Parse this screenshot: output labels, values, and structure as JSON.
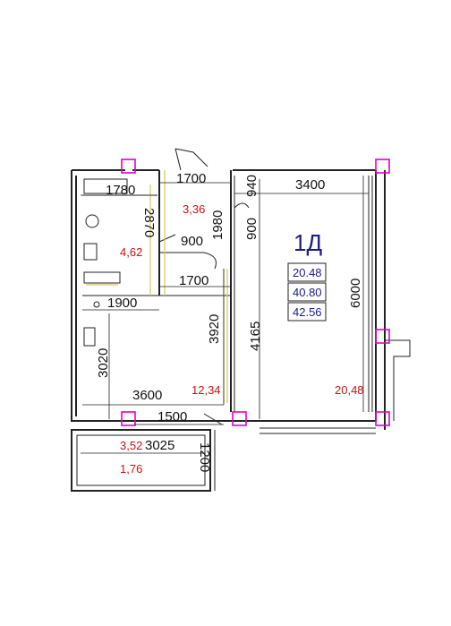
{
  "plan": {
    "title": "1Д",
    "stats": [
      "20.48",
      "40.80",
      "42.56"
    ],
    "dimensions": {
      "d1780": "1780",
      "d1700_top": "1700",
      "d3400": "3400",
      "d940": "940",
      "d1980": "1980",
      "d2870": "2870",
      "d900_mid": "900",
      "d900_v": "900",
      "d1700_mid": "1700",
      "d1900": "1900",
      "d3920": "3920",
      "d4165": "4165",
      "d6000": "6000",
      "d3020": "3020",
      "d3600": "3600",
      "d1500": "1500",
      "d3025": "3025",
      "d1200": "1200"
    },
    "areas": {
      "hall": "3,36",
      "bathroom": "4,62",
      "kitchen": "12,34",
      "living": "20,48",
      "balcony": "3,52",
      "balcony_reduced": "1,76"
    },
    "colors": {
      "column": "#e000c8",
      "area_text": "#cc1111",
      "info_text": "#1a1a8c"
    }
  }
}
